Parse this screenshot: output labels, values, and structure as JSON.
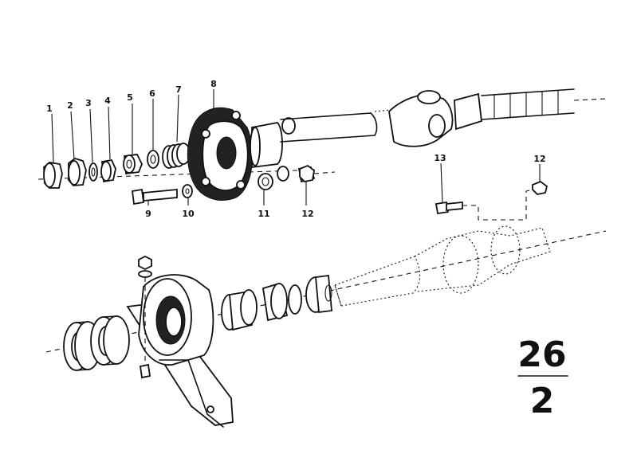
{
  "callouts": {
    "c1": "1",
    "c2": "2",
    "c3": "3",
    "c4": "4",
    "c5": "5",
    "c6": "6",
    "c7": "7",
    "c8": "8",
    "c9": "9",
    "c10": "10",
    "c11": "11",
    "c12a": "12",
    "c12b": "12",
    "c13": "13"
  },
  "section": {
    "group": "26",
    "subgroup": "2"
  }
}
